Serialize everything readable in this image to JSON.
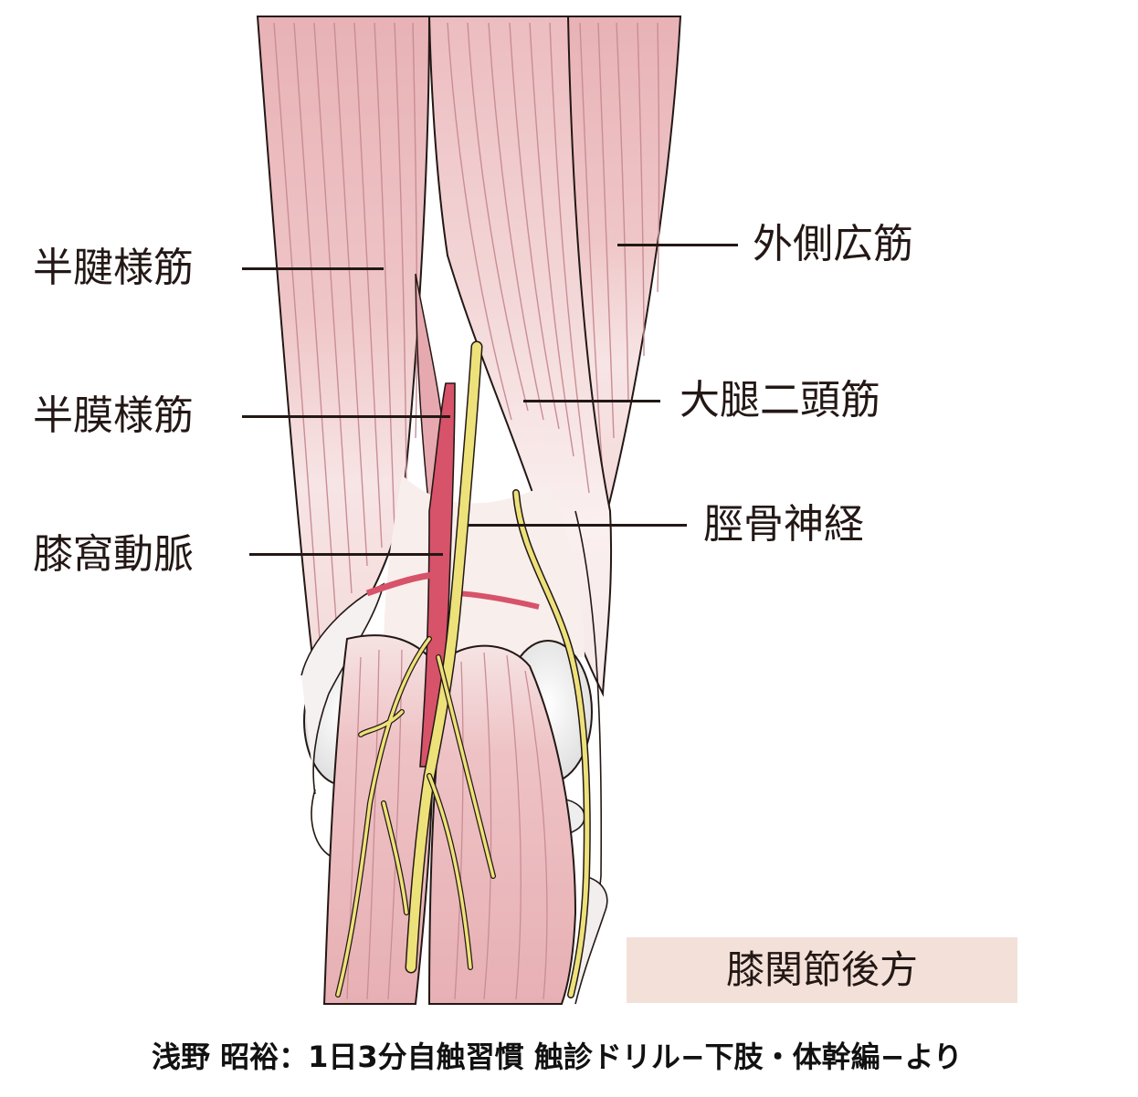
{
  "labels": {
    "semitendinosus": "半腱様筋",
    "semimembranosus": "半膜様筋",
    "popliteal_artery": "膝窩動脈",
    "vastus_lateralis": "外側広筋",
    "biceps_femoris": "大腿二頭筋",
    "tibial_nerve": "脛骨神経"
  },
  "caption": "膝関節後方",
  "source": "浅野 昭裕：1日3分自触習慣 触診ドリル−下肢・体幹編−より",
  "colors": {
    "muscle_fill": "#eab7bb",
    "muscle_light": "#f6dcdc",
    "fiber_line": "#c98d94",
    "outline": "#231815",
    "artery": "#d6536a",
    "nerve": "#ede17a",
    "bone": "#e9e9e9",
    "caption_bg": "#f3e0d8"
  }
}
